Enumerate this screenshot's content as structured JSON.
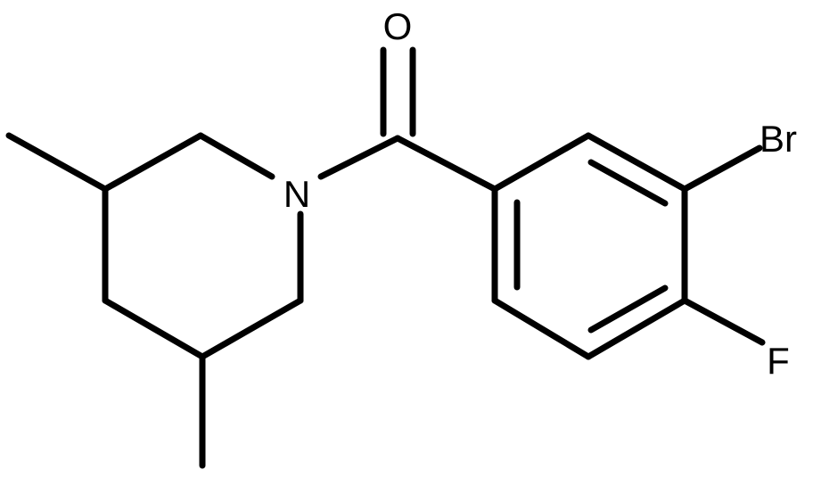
{
  "molecule": {
    "atoms": {
      "oxygen": "O",
      "nitrogen": "N",
      "bromine": "Br",
      "fluorine": "F"
    },
    "colors": {
      "bond": "#000000",
      "label": "#000000",
      "background": "#ffffff"
    }
  }
}
